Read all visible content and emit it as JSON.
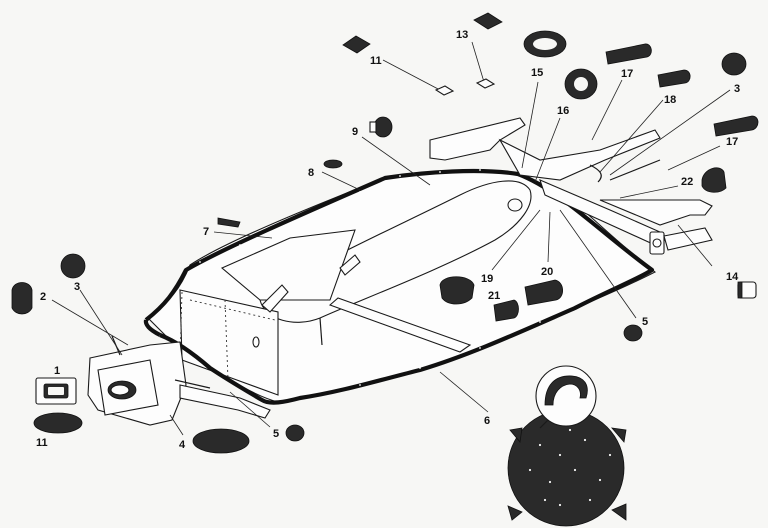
{
  "callouts": {
    "c1": "1",
    "c2": "2",
    "c3a": "3",
    "c3b": "3",
    "c4": "4",
    "c5a": "5",
    "c5b": "5",
    "c6": "6",
    "c7": "7",
    "c8": "8",
    "c9": "9",
    "c11a": "11",
    "c11b": "11",
    "c13": "13",
    "c14": "14",
    "c15": "15",
    "c16": "16",
    "c17a": "17",
    "c17b": "17",
    "c18": "18",
    "c19": "19",
    "c20": "20",
    "c21": "21",
    "c22": "22"
  },
  "colors": {
    "ink": "#111111",
    "paper": "#f7f7f5",
    "rubber": "#2a2a2a"
  }
}
